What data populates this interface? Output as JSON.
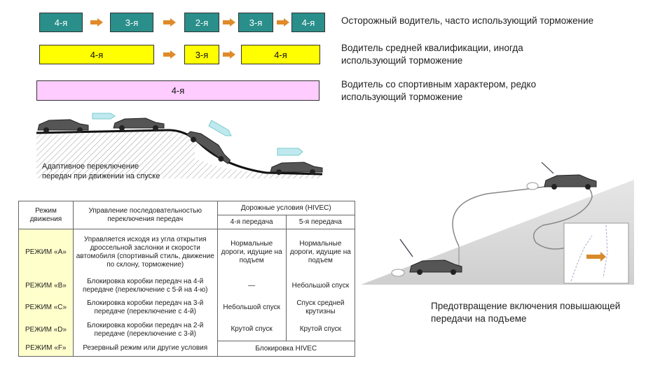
{
  "shift_rows": [
    {
      "gears": [
        "4-я",
        "3-я",
        "2-я",
        "3-я",
        "4-я"
      ],
      "description": "Осторожный водитель, часто использующий торможение"
    },
    {
      "gears": [
        "4-я",
        "3-я",
        "4-я"
      ],
      "description_line1": "Водитель средней квалификации, иногда",
      "description_line2": "использующий торможение"
    },
    {
      "gears": [
        "4-я"
      ],
      "description_line1": "Водитель со спортивным характером, редко",
      "description_line2": "использующий торможение"
    }
  ],
  "colors": {
    "teal": "#2a8f8a",
    "yellow": "#ffff00",
    "pink": "#ffccff",
    "arrow": "#e08a2a",
    "mode_bg": "#ffffcc"
  },
  "downhill_caption_line1": "Адаптивное переключение",
  "downhill_caption_line2": "передач при движении на спуске",
  "uphill_caption_line1": "Предотвращение включения повышающей",
  "uphill_caption_line2": "передачи на подъеме",
  "table": {
    "header": {
      "mode": "Режим движения",
      "control": "Управление последовательностью переключения передач",
      "road": "Дорожные условия (HIVEC)",
      "gear4": "4-я передача",
      "gear5": "5-я передача"
    },
    "rows": [
      {
        "mode": "РЕЖИМ «A»",
        "control": "Управляется исходя из угла открытия дроссельной заслонки и скорости автомобиля (спортивный стиль, движение по склону, торможение)",
        "gear4": "Нормальные дороги, идущие на подъем",
        "gear5": "Нормальные дороги, идущие на подъем"
      },
      {
        "mode": "РЕЖИМ «B»",
        "control": "Блокировка коробки передач на 4-й передаче (переключение с 5-й на 4-ю)",
        "gear4": "—",
        "gear5": "Небольшой спуск"
      },
      {
        "mode": "РЕЖИМ «C»",
        "control": "Блокировка коробки передач на 3-й передаче (переключение с 4-й)",
        "gear4": "Небольшой спуск",
        "gear5": "Спуск средней крутизны"
      },
      {
        "mode": "РЕЖИМ «D»",
        "control": "Блокировка коробки передач на 2-й передаче (переключение с 3-й)",
        "gear4": "Крутой спуск",
        "gear5": "Крутой спуск"
      },
      {
        "mode": "РЕЖИМ «F»",
        "control": "Резервный режим или другие условия",
        "merged": "Блокировка HIVEC"
      }
    ]
  }
}
